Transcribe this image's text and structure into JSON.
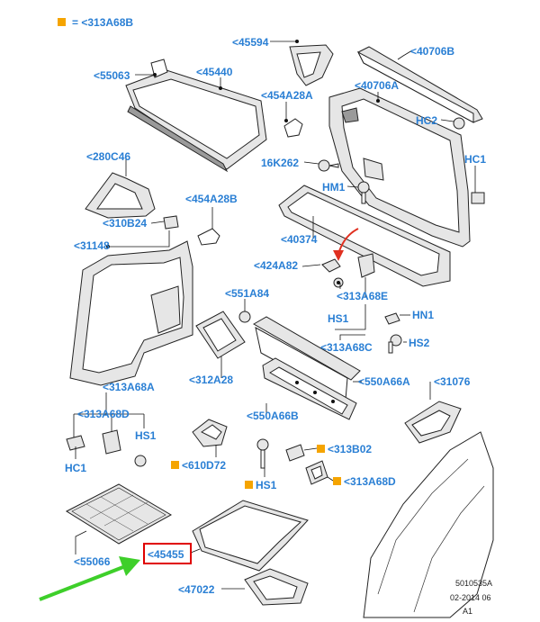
{
  "legend": {
    "text": "= <313A68B"
  },
  "labels": {
    "l45594": "<45594",
    "l40706B": "<40706B",
    "l55063": "<55063",
    "l45440": "<45440",
    "l454A28A": "<454A28A",
    "l40706A": "<40706A",
    "lHC2": "HC2",
    "lHC1a": "HC1",
    "l16K262": "16K262",
    "l280C46": "<280C46",
    "lHM1": "HM1",
    "l454A28B": "<454A28B",
    "l310B24": "<310B24",
    "l40374": "<40374",
    "l31148": "<31148",
    "l424A82": "<424A82",
    "l313A68E": "<313A68E",
    "l551A84": "<551A84",
    "lHS1a": "HS1",
    "lHN1": "HN1",
    "l313A68C": "<313A68C",
    "lHS2": "HS2",
    "l312A28": "<312A28",
    "l550A66A": "<550A66A",
    "l31076": "<31076",
    "l313A68A": "<313A68A",
    "l313A68D": "<313A68D",
    "lHS1b": "HS1",
    "l550A66B": "<550A66B",
    "lHC1b": "HC1",
    "l313B02": "<313B02",
    "l610D72": "<610D72",
    "lHS1c": "HS1",
    "l313A68D2": "<313A68D",
    "l55066": "<55066",
    "l45455": "<45455",
    "l47022": "<47022"
  },
  "footer": {
    "code": "5010535A",
    "date": "02-2014 06",
    "rev": "A1"
  },
  "colors": {
    "label": "#2a7fd4",
    "marker": "#f5a400",
    "highlight": "#e00000",
    "arrow_green": "#3ecf2a",
    "arrow_red": "#e03020"
  }
}
